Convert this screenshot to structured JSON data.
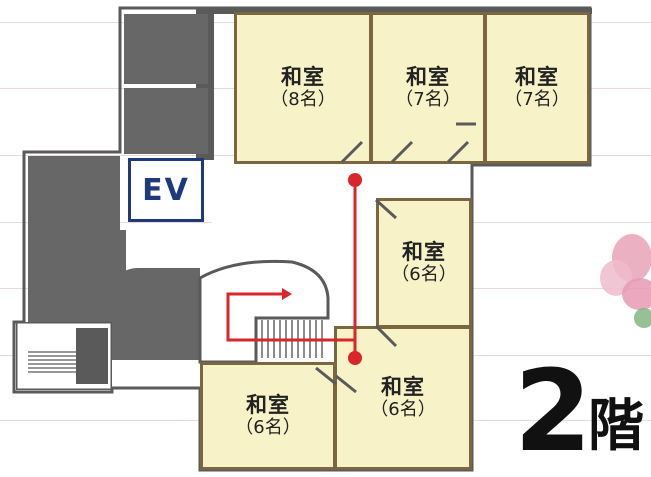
{
  "floor": {
    "number": "2",
    "suffix": "階"
  },
  "elevator": {
    "label": "EV"
  },
  "rooms": [
    {
      "title": "和室",
      "capacity": "（8名）"
    },
    {
      "title": "和室",
      "capacity": "（7名）"
    },
    {
      "title": "和室",
      "capacity": "（7名）"
    },
    {
      "title": "和室",
      "capacity": "（6名）"
    },
    {
      "title": "和室",
      "capacity": "（6名）"
    },
    {
      "title": "和室",
      "capacity": "（6名）"
    }
  ],
  "colors": {
    "room_fill": "#f8f2c9",
    "wall": "#5a5a5a",
    "route": "#d9262b",
    "elevator_border": "#1e3a7a"
  }
}
